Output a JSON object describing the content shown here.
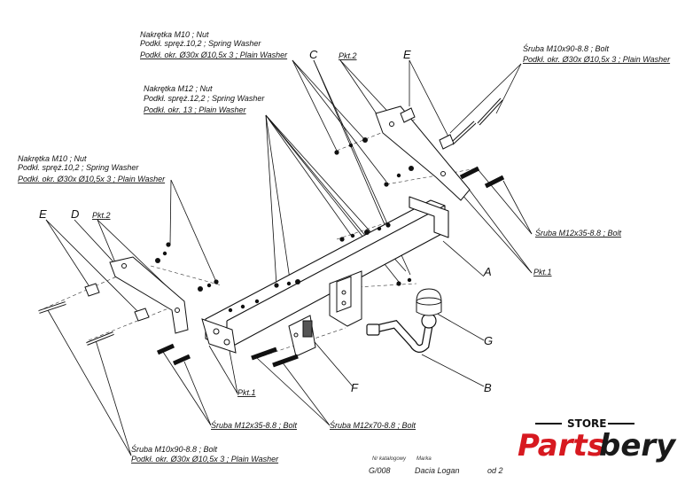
{
  "labels": {
    "nut_top_left": [
      "Nakrętka  M10 ; Nut",
      "Podkł. spręż.10,2 ; Spring Washer",
      "Podkł. okr.  Ø30x Ø10,5x 3 ; Plain Washer"
    ],
    "nut_mid": [
      "Nakrętka  M12 ; Nut",
      "Podkł. spręż.12,2 ; Spring Washer",
      "Podkł. okr. 13 ; Plain Washer"
    ],
    "nut_left": [
      "Nakrętka  M10 ; Nut",
      "Podkł. spręż.10,2 ; Spring Washer",
      "Podkł. okr.  Ø30x Ø10,5x 3 ; Plain Washer"
    ],
    "bolt_top_right": [
      "Śruba M10x90-8.8 ;  Bolt",
      "Podkł. okr.  Ø30x Ø10,5x 3 ; Plain Washer"
    ],
    "bolt_m12x35_right": "Śruba M12x35-8.8 ;  Bolt",
    "bolt_m12x35_bottom": "Śruba M12x35-8.8 ;  Bolt",
    "bolt_m12x70": "Śruba M12x70-8.8 ;  Bolt",
    "bolt_bottom_left": [
      "Śruba M10x90-8.8 ;  Bolt",
      "Podkł. okr.  Ø30x Ø10,5x 3 ; Plain Washer"
    ],
    "pkt1_right": "Pkt.1",
    "pkt1_bottom": "Pkt.1",
    "pkt2_top": "Pkt.2",
    "pkt2_left": "Pkt.2"
  },
  "letters": {
    "C": "C",
    "E_top": "E",
    "E_left": "E",
    "D": "D",
    "A": "A",
    "G": "G",
    "B": "B",
    "F": "F"
  },
  "footer": {
    "catalog_caption": "Nr katalogowy",
    "brand_caption": "Marka",
    "catalog_number": "G/008",
    "vehicle": "Dacia Logan",
    "from": "od 2"
  },
  "logo": {
    "store": "STORE",
    "brand_a": "Parts",
    "brand_b": "bery"
  },
  "colors": {
    "ink": "#111111",
    "brand_red": "#d71920",
    "brand_dark": "#1a1a1a"
  }
}
